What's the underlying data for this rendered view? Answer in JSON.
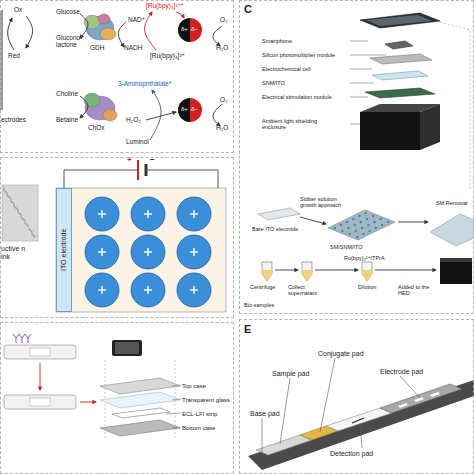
{
  "diagram": {
    "nodes": [
      {
        "text": [
          "Ox",
          "Red",
          "ectrodes",
          "Glucose",
          "Glucono-lactone",
          "GDH",
          "NAD⁺",
          "NADH",
          "[Ru(bpy)₃]²⁺*",
          "[Ru(bpy)₃]³⁺",
          "δ+",
          "δ−",
          "O₂",
          "H₂O",
          "3-Aminophthalate*",
          "Choline",
          "Betaine",
          "ChOx",
          "H₂O₂",
          "Luminol",
          "δ+",
          "δ−",
          "O₂",
          "H₂O"
        ]
      },
      {
        "text": [
          "C",
          "Smartphone",
          "Silicon photomultiplier module",
          "Electrochemical cell",
          "SNM/ITO",
          "Electrical stimulation module",
          "Ambient light shielding enclosure",
          "Bare ITO electrode",
          "Stöber solution growth approach",
          "SM/SNM/ITO",
          "SM Removal",
          "Ru(bpy)₃²⁺/TPrA",
          "Centrifuge",
          "Collect supernatant",
          "Dilution",
          "Added to the HED",
          "Bio-samples"
        ]
      },
      {
        "text": [
          "uctive n ink",
          "+",
          "−"
        ]
      },
      {
        "text": [
          "ITO electrode"
        ],
        "in": 2
      },
      {
        "text": [
          "Top case",
          "Transparent glass",
          "ECL-LFI strip",
          "Bottom case"
        ]
      },
      {
        "text": [
          "E",
          "Conjugate pad",
          "Sample pad",
          "Electrode pad",
          "Base pad",
          "Detection pad"
        ]
      }
    ]
  }
}
